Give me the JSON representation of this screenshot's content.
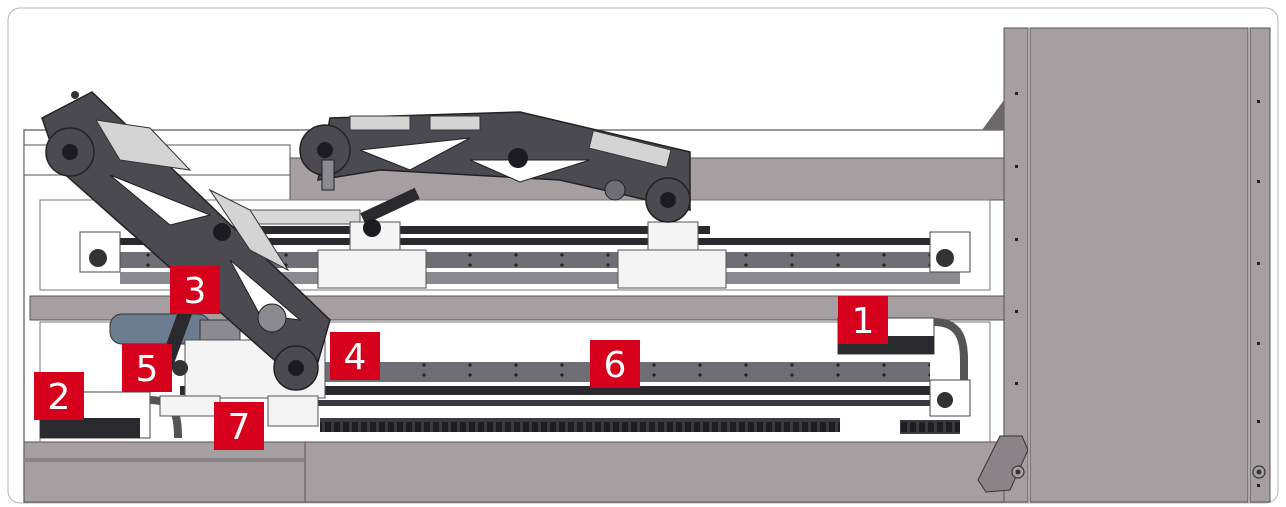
{
  "markers": [
    {
      "id": "1",
      "label": "1"
    },
    {
      "id": "2",
      "label": "2"
    },
    {
      "id": "3",
      "label": "3"
    },
    {
      "id": "4",
      "label": "4"
    },
    {
      "id": "5",
      "label": "5"
    },
    {
      "id": "6",
      "label": "6"
    },
    {
      "id": "7",
      "label": "7"
    }
  ],
  "colors": {
    "marker": "#d6001c",
    "frame_panel": "#a69fa2",
    "steel": "#5a5a5e",
    "rail": "#2a2a2e",
    "outline": "#555555"
  }
}
